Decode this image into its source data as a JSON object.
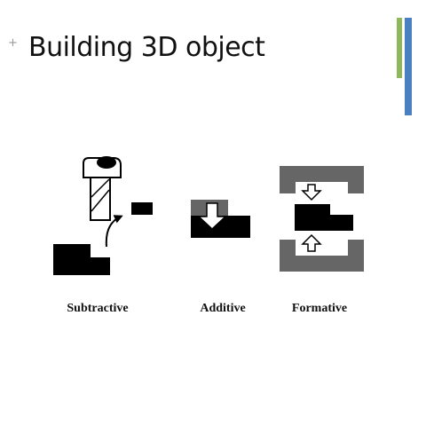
{
  "slide": {
    "title": "Building 3D object",
    "bullet_symbol": "+",
    "accent_colors": {
      "green": "#8eb85a",
      "blue": "#4a7fc1"
    }
  },
  "figure": {
    "captions": {
      "subtractive": "Subtractive",
      "additive": "Additive",
      "formative": "Formative"
    },
    "colors": {
      "solid": "#000000",
      "mold": "#666666",
      "line": "#000000"
    },
    "icons": {
      "subtractive": [
        "milling-cutter-icon",
        "chip-block",
        "workpiece-block",
        "removal-arrow-icon"
      ],
      "additive": [
        "layer-block",
        "base-block",
        "down-arrow-icon"
      ],
      "formative": [
        "upper-die",
        "lower-die",
        "formed-part",
        "press-down-arrow-icon",
        "press-up-arrow-icon"
      ]
    }
  }
}
